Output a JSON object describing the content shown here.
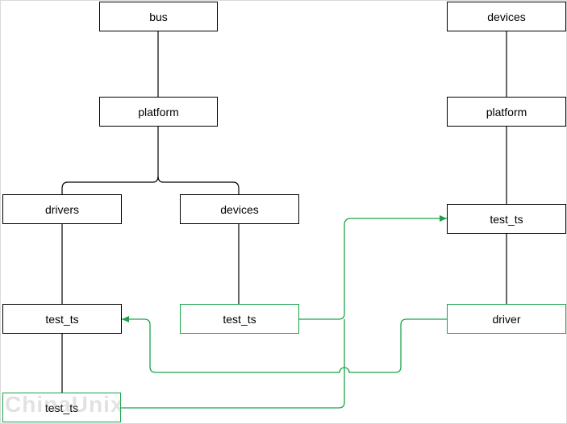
{
  "colors": {
    "tree_line": "#000000",
    "link_line": "#1aa34a"
  },
  "nodes": {
    "bus": "bus",
    "platform_left": "platform",
    "drivers": "drivers",
    "devices_left": "devices",
    "test_ts_driver": "test_ts",
    "test_ts_device": "test_ts",
    "test_ts_link": "test_ts",
    "devices_right": "devices",
    "platform_right": "platform",
    "test_ts_right": "test_ts",
    "driver": "driver"
  },
  "watermark": "ChinaUnix"
}
